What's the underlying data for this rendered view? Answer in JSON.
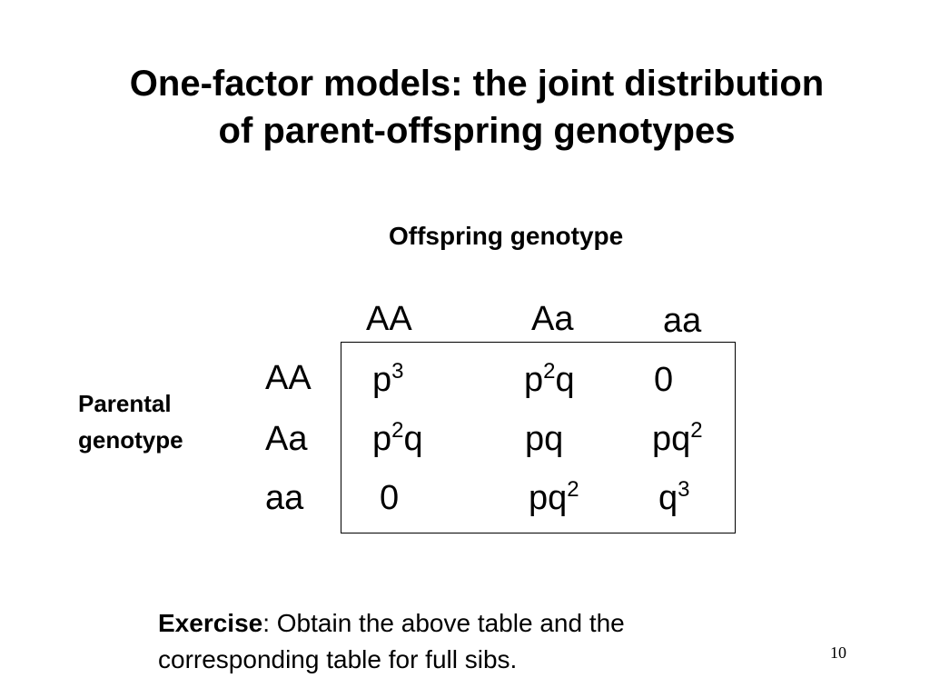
{
  "slide": {
    "title_line1": "One-factor models: the joint distribution",
    "title_line2": "of parent-offspring genotypes",
    "page_number": "10"
  },
  "table": {
    "column_header": "Offspring  genotype",
    "row_header_line1": "Parental",
    "row_header_line2": "genotype",
    "columns": [
      "AA",
      "Aa",
      "aa"
    ],
    "rows": [
      {
        "label": "AA",
        "cells": [
          {
            "base": "p",
            "exp": "3",
            "tail": ""
          },
          {
            "base": "p",
            "exp": "2",
            "tail": "q"
          },
          {
            "base": "0",
            "exp": "",
            "tail": ""
          }
        ]
      },
      {
        "label": "Aa",
        "cells": [
          {
            "base": "p",
            "exp": "2",
            "tail": "q"
          },
          {
            "base": "pq",
            "exp": "",
            "tail": ""
          },
          {
            "base": "pq",
            "exp": "2",
            "tail": ""
          }
        ]
      },
      {
        "label": "aa",
        "cells": [
          {
            "base": "0",
            "exp": "",
            "tail": ""
          },
          {
            "base": "pq",
            "exp": "2",
            "tail": ""
          },
          {
            "base": "q",
            "exp": "3",
            "tail": ""
          }
        ]
      }
    ]
  },
  "exercise": {
    "label": "Exercise",
    "text_line1": ": Obtain the above table and the",
    "text_line2": "corresponding table for full sibs."
  }
}
